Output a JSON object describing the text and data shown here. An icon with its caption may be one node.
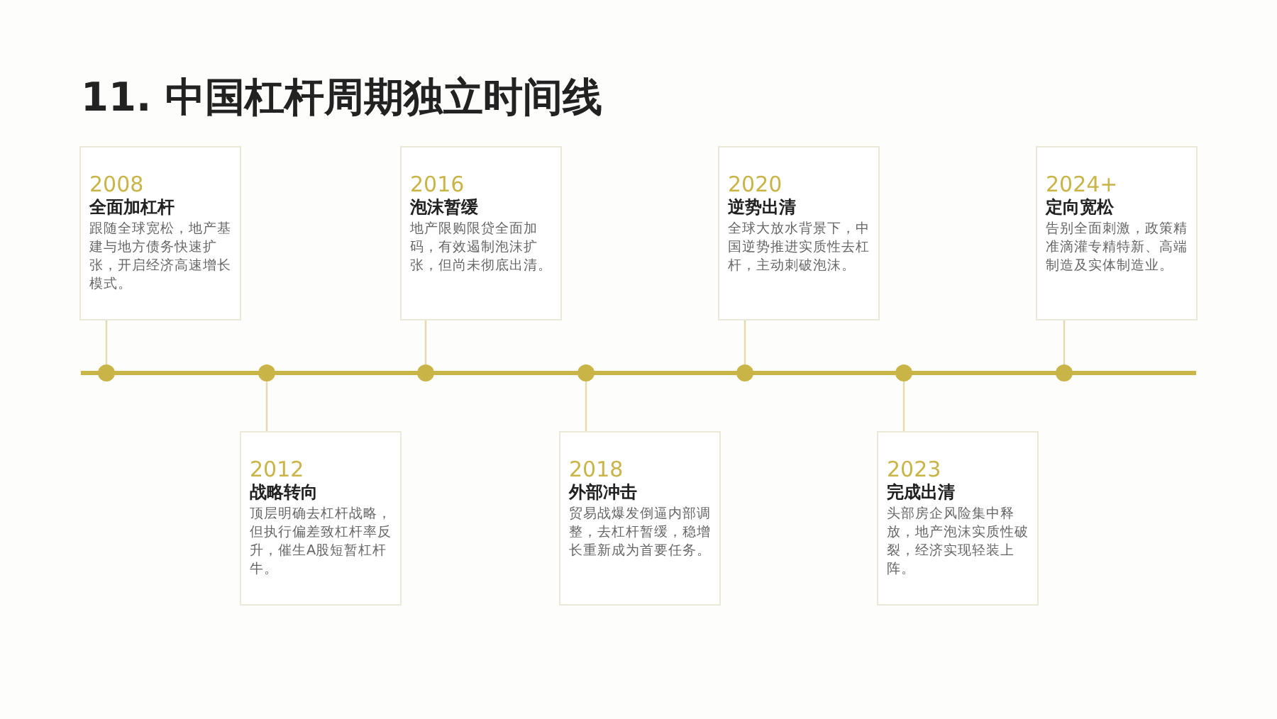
{
  "diagram": {
    "title": "11. 中国杠杆周期独立时间线",
    "nodes": [
      {
        "text": [
          "2008",
          "全面加杠杆",
          "跟随全球宽松，地产基建与地方债务快速扩张，开启经济高速增长模式。"
        ]
      },
      {
        "text": [
          "2012",
          "战略转向",
          "顶层明确去杠杆战略，但执行偏差致杠杆率反升，催生A股短暂杠杆牛。"
        ]
      },
      {
        "text": [
          "2016",
          "泡沫暂缓",
          "地产限购限贷全面加码，有效遏制泡沫扩张，但尚未彻底出清。"
        ]
      },
      {
        "text": [
          "2018",
          "外部冲击",
          "贸易战爆发倒逼内部调整，去杠杆暂缓，稳增长重新成为首要任务。"
        ]
      },
      {
        "text": [
          "2020",
          "逆势出清",
          "全球大放水背景下，中国逆势推进实质性去杠杆，主动刺破泡沫。"
        ]
      },
      {
        "text": [
          "2023",
          "完成出清",
          "头部房企风险集中释放，地产泡沫实质性破裂，经济实现轻装上阵。"
        ]
      },
      {
        "text": [
          "2024+",
          "定向宽松",
          "告别全面刺激，政策精准滴灌专精特新、高端制造及实体制造业。"
        ]
      },
      {
        "text": [],
        "shape": "circle"
      },
      {
        "text": [],
        "shape": "circle"
      },
      {
        "text": [],
        "shape": "circle"
      },
      {
        "text": [],
        "shape": "circle"
      },
      {
        "text": [],
        "shape": "circle"
      },
      {
        "text": [],
        "shape": "circle"
      },
      {
        "text": [],
        "shape": "circle"
      }
    ],
    "edges": [
      {
        "from": 0,
        "to": 7,
        "arrow": "none"
      },
      {
        "from": 1,
        "to": 8,
        "arrow": "none"
      },
      {
        "from": 2,
        "to": 9,
        "arrow": "none"
      },
      {
        "from": 3,
        "to": 10,
        "arrow": "none"
      },
      {
        "from": 4,
        "to": 11,
        "arrow": "none"
      },
      {
        "from": 5,
        "to": 12,
        "arrow": "none"
      },
      {
        "from": 6,
        "to": 13,
        "arrow": "none"
      }
    ]
  }
}
